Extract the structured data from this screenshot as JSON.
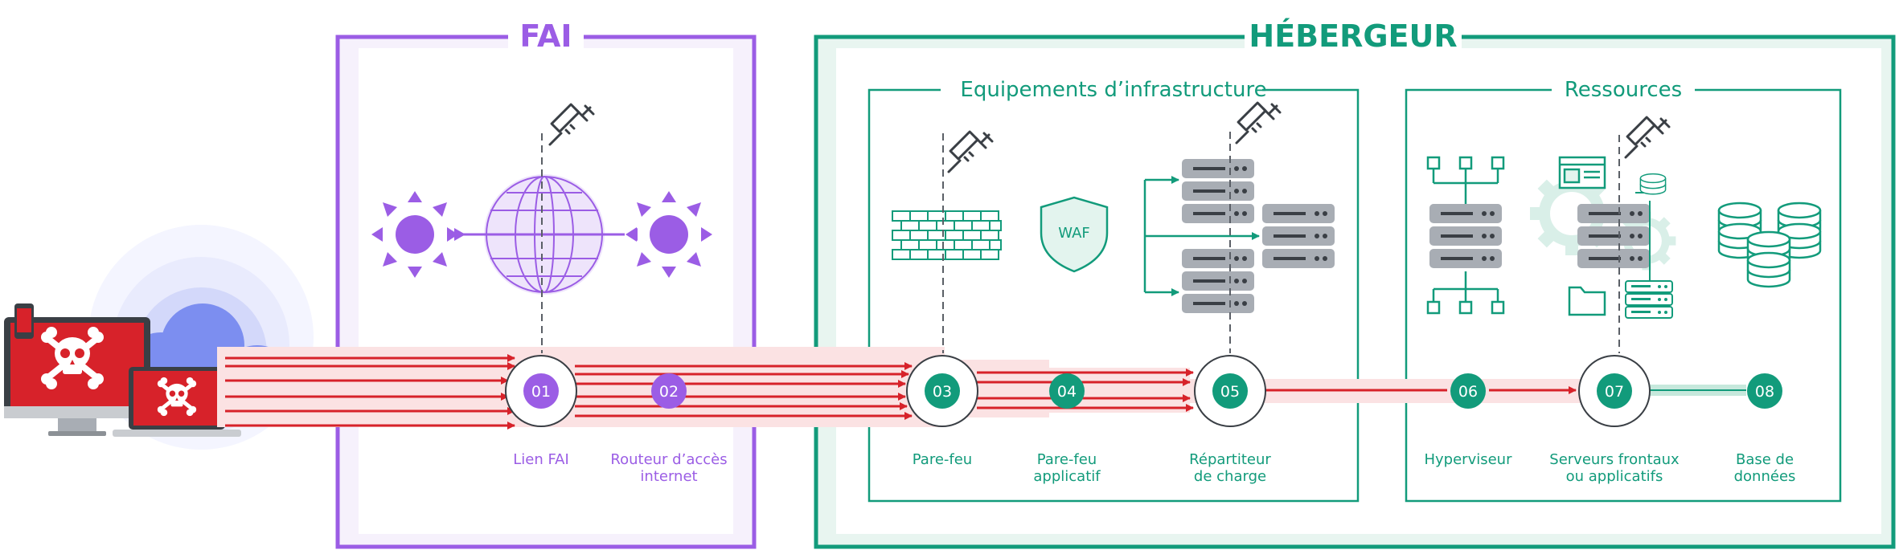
{
  "sections": {
    "fai": {
      "title": "FAI"
    },
    "hebergeur": {
      "title": "HÉBERGEUR"
    },
    "infrastructure": {
      "title": "Equipements d’infrastructure"
    },
    "ressources": {
      "title": "Ressources"
    }
  },
  "waf_badge": "WAF",
  "nodes": [
    {
      "num": "01",
      "label_lines": [
        "Lien FAI"
      ]
    },
    {
      "num": "02",
      "label_lines": [
        "Routeur d’accès",
        "internet"
      ]
    },
    {
      "num": "03",
      "label_lines": [
        "Pare-feu"
      ]
    },
    {
      "num": "04",
      "label_lines": [
        "Pare-feu",
        "applicatif"
      ]
    },
    {
      "num": "05",
      "label_lines": [
        "Répartiteur",
        "de charge"
      ]
    },
    {
      "num": "06",
      "label_lines": [
        "Hyperviseur"
      ]
    },
    {
      "num": "07",
      "label_lines": [
        "Serveurs frontaux",
        "ou applicatifs"
      ]
    },
    {
      "num": "08",
      "label_lines": [
        "Base de",
        "données"
      ]
    }
  ],
  "colors": {
    "purple": "#9b5de5",
    "purple_light": "#f1eafb",
    "green": "#129b7b",
    "green_light": "#e3f4ee",
    "red": "#d7222a",
    "red_light": "#f9d5d6",
    "gray": "#9aa0a6"
  },
  "icons": [
    "skull-icon",
    "cloud-icon",
    "syringe-icon",
    "sun-virus-icon",
    "globe-icon",
    "brick-wall-icon",
    "waf-shield-icon",
    "server-rack-icon",
    "network-tree-icon",
    "gear-icon",
    "database-icon",
    "folder-icon",
    "browser-window-icon"
  ]
}
